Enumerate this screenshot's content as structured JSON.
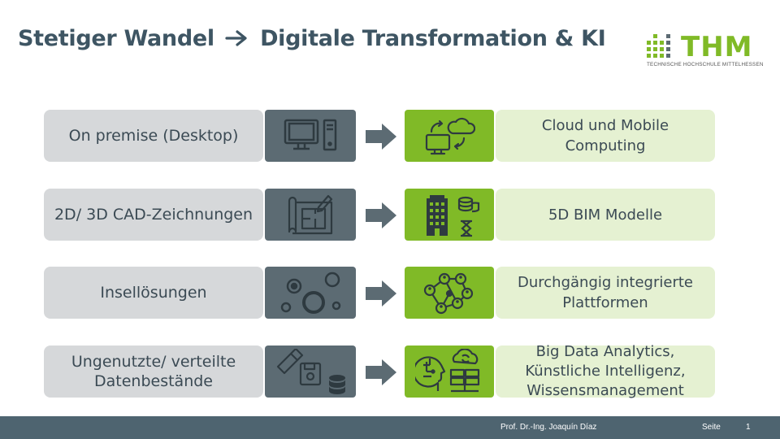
{
  "slide": {
    "title_left": "Stetiger Wandel",
    "title_right": "Digitale Transformation & KI"
  },
  "logo": {
    "word": "THM",
    "subtitle": "TECHNISCHE HOCHSCHULE MITTELHESSEN"
  },
  "rows": [
    {
      "left": "On premise (Desktop)",
      "right": "Cloud und Mobile Computing",
      "left_icon": "desktop-computer-icon",
      "right_icon": "cloud-sync-icon"
    },
    {
      "left": "2D/ 3D CAD-Zeichnungen",
      "right": "5D BIM Modelle",
      "left_icon": "blueprint-icon",
      "right_icon": "building-cost-time-icon"
    },
    {
      "left": "Insellösungen",
      "right": "Durchgängig integrierte Plattformen",
      "left_icon": "isolated-circles-icon",
      "right_icon": "people-network-icon"
    },
    {
      "left": "Ungenutzte/ verteilte Datenbestände",
      "right": "Big Data Analytics, Künstliche Intelligenz, Wissensmanagement",
      "left_icon": "storage-devices-icon",
      "right_icon": "ai-head-servers-icon"
    }
  ],
  "colors": {
    "title": "#3e5563",
    "left_box": "#d6d8da",
    "left_icon_bg": "#5c6b73",
    "right_icon_bg": "#80ba27",
    "right_box": "#e5f1d2",
    "footer": "#4e6470"
  },
  "footer": {
    "author": "Prof. Dr.-Ing. Joaquín Díaz",
    "page_label": "Seite",
    "page_number": "1"
  }
}
